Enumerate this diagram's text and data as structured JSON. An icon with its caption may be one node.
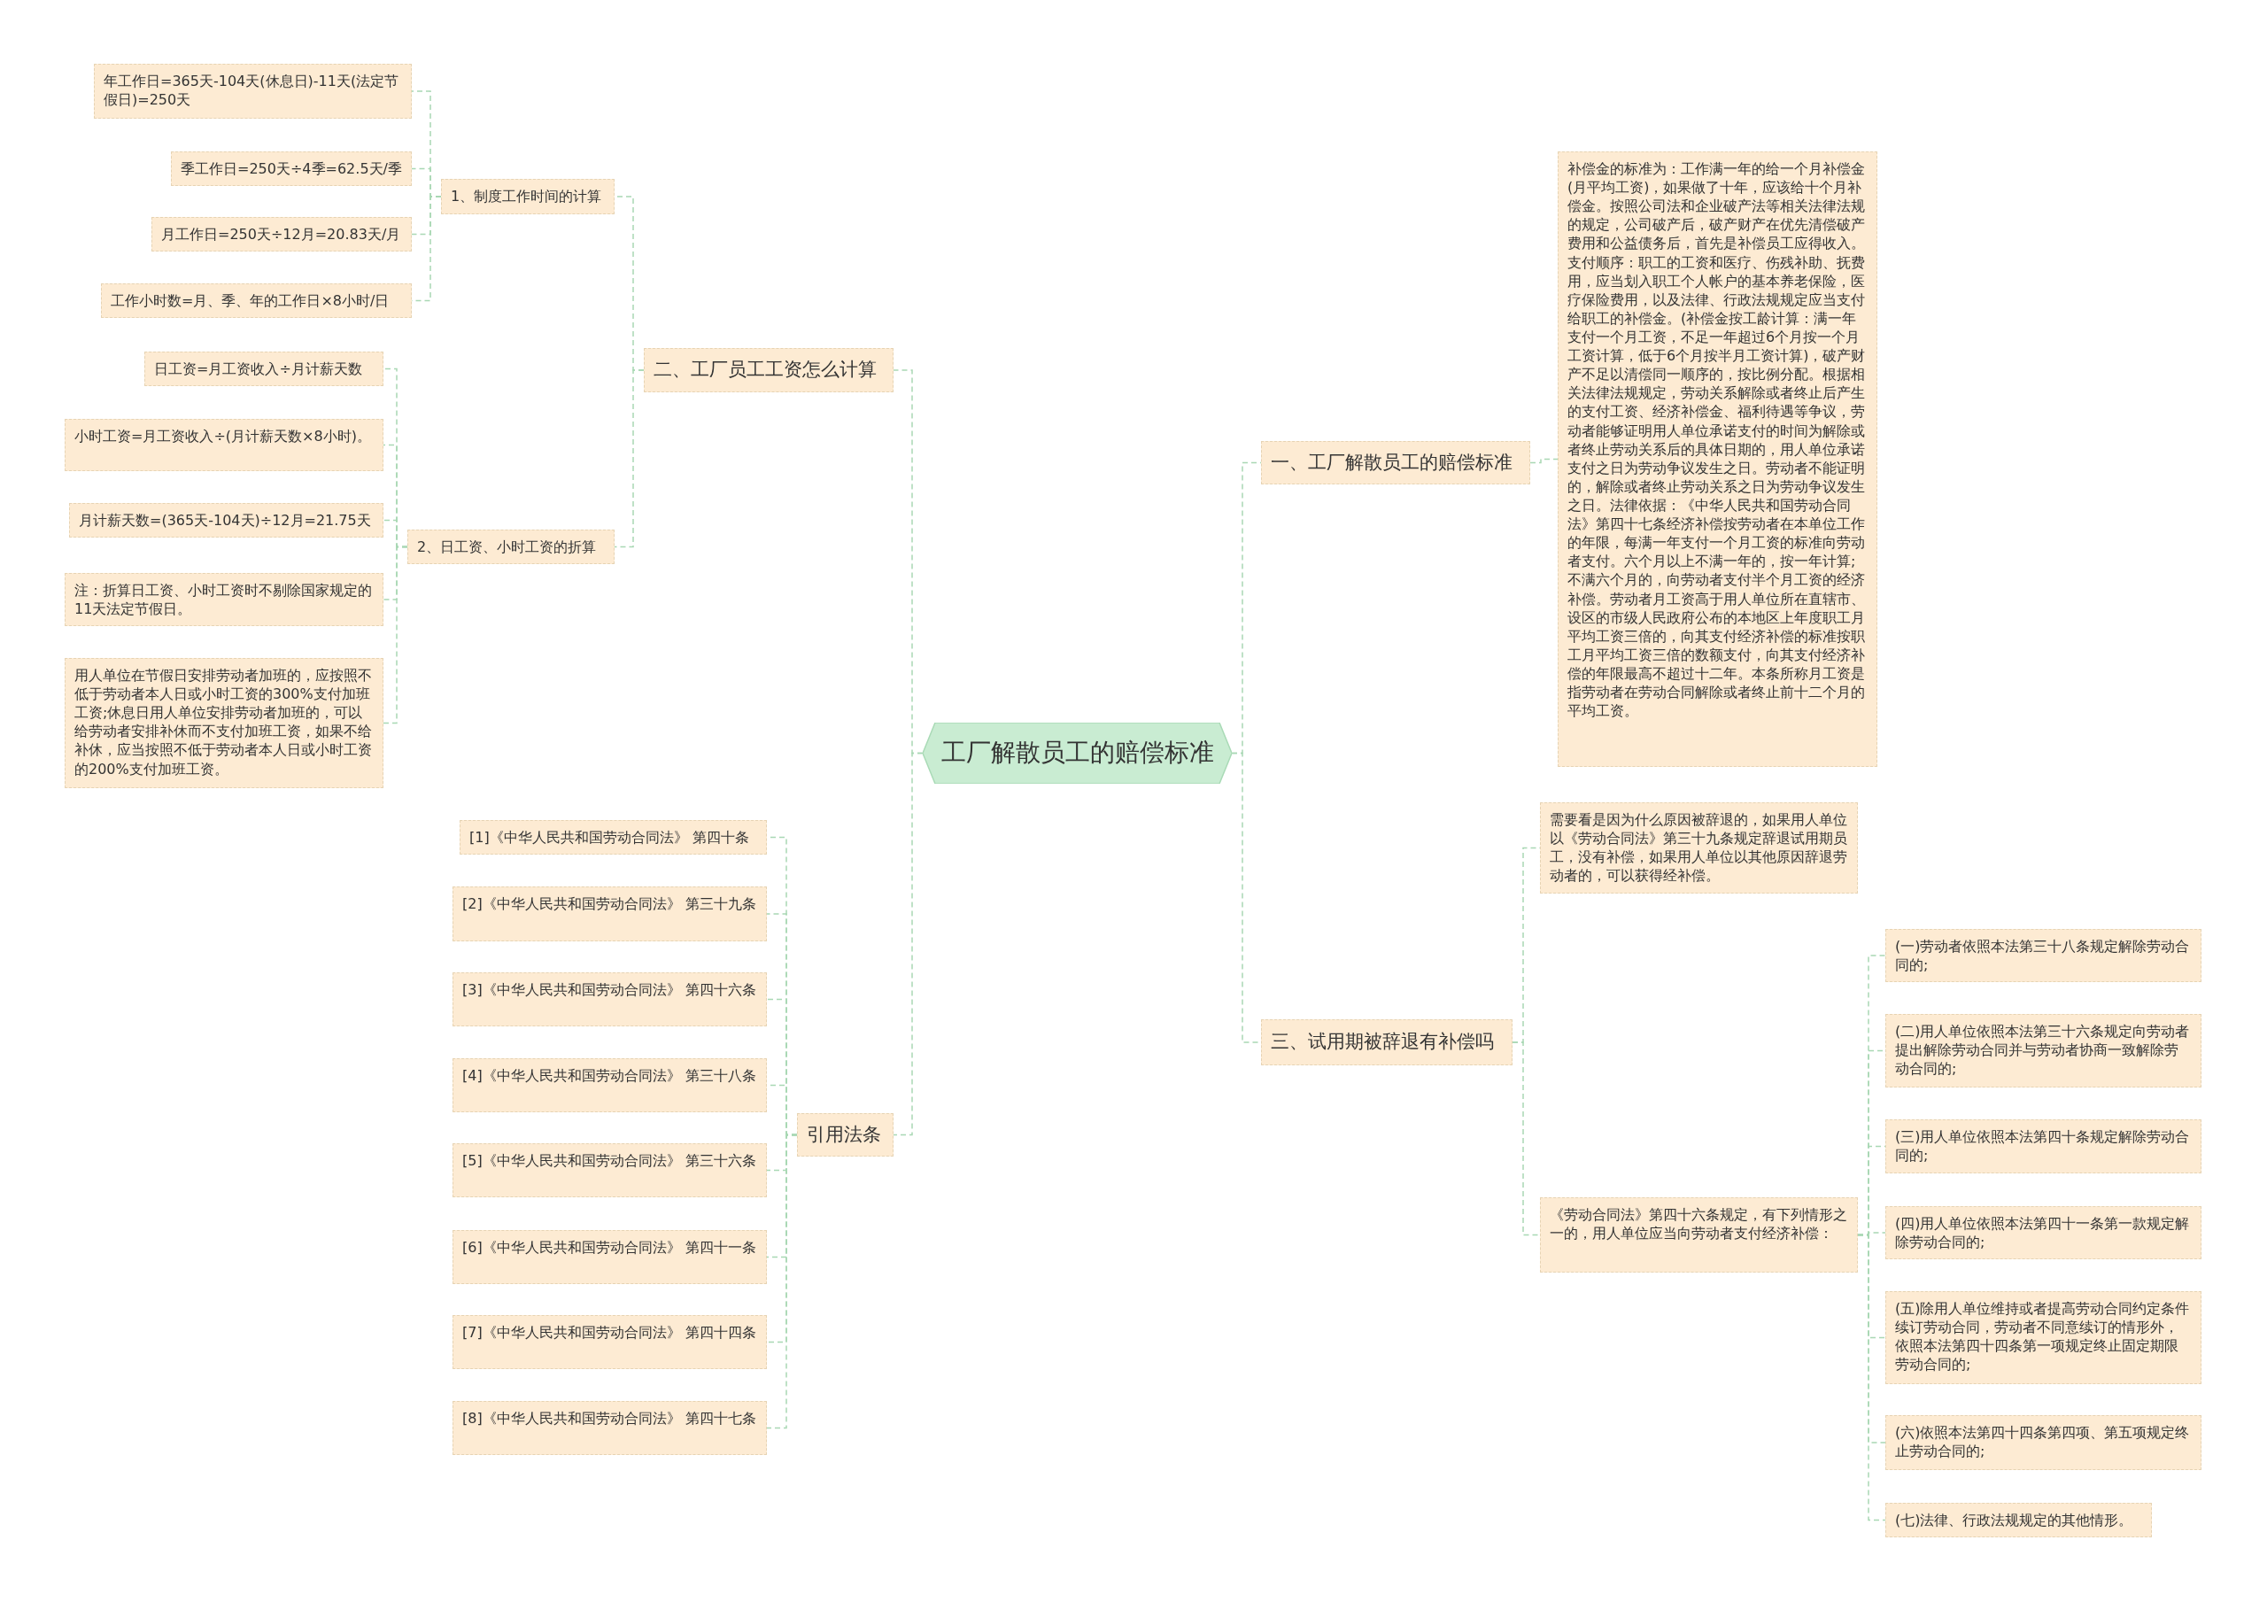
{
  "diagram": {
    "nodes": [
      {
        "text": [
          "工厂解散员工的赔偿标准"
        ]
      },
      {
        "text": [
          "二、工厂员工工资怎么计算"
        ]
      },
      {
        "text": [
          "1、制度工作时间的计算"
        ]
      },
      {
        "text": [
          "年工作日=365天-104天(休息日)-11天(法定节假日)=250天"
        ]
      },
      {
        "text": [
          "季工作日=250天÷4季=62.5天/季"
        ]
      },
      {
        "text": [
          "月工作日=250天÷12月=20.83天/月"
        ]
      },
      {
        "text": [
          "工作小时数=月、季、年的工作日×8小时/日"
        ]
      },
      {
        "text": [
          "2、日工资、小时工资的折算"
        ]
      },
      {
        "text": [
          "日工资=月工资收入÷月计薪天数"
        ]
      },
      {
        "text": [
          "小时工资=月工资收入÷(月计薪天数×8小时)。"
        ]
      },
      {
        "text": [
          "月计薪天数=(365天-104天)÷12月=21.75天"
        ]
      },
      {
        "text": [
          "注：折算日工资、小时工资时不剔除国家规定的11天法定节假日。"
        ]
      },
      {
        "text": [
          "用人单位在节假日安排劳动者加班的，应按照不低于劳动者本人日或小时工资的300%支付加班工资;休息日用人单位安排劳动者加班的，可以给劳动者安排补休而不支付加班工资，如果不给补休，应当按照不低于劳动者本人日或小时工资的200%支付加班工资。"
        ]
      },
      {
        "text": [
          "引用法条"
        ]
      },
      {
        "text": [
          "[1]《中华人民共和国劳动合同法》 第四十条"
        ]
      },
      {
        "text": [
          "[2]《中华人民共和国劳动合同法》 第三十九条"
        ]
      },
      {
        "text": [
          "[3]《中华人民共和国劳动合同法》 第四十六条"
        ]
      },
      {
        "text": [
          "[4]《中华人民共和国劳动合同法》 第三十八条"
        ]
      },
      {
        "text": [
          "[5]《中华人民共和国劳动合同法》 第三十六条"
        ]
      },
      {
        "text": [
          "[6]《中华人民共和国劳动合同法》 第四十一条"
        ]
      },
      {
        "text": [
          "[7]《中华人民共和国劳动合同法》 第四十四条"
        ]
      },
      {
        "text": [
          "[8]《中华人民共和国劳动合同法》 第四十七条"
        ]
      },
      {
        "text": [
          "一、工厂解散员工的赔偿标准"
        ]
      },
      {
        "text": [
          "补偿金的标准为：工作满一年的给一个月补偿金(月平均工资)，如果做了十年，应该给十个月补偿金。按照公司法和企业破产法等相关法律法规的规定，公司破产后，破产财产在优先清偿破产费用和公益债务后，首先是补偿员工应得收入。支付顺序：职工的工资和医疗、伤残补助、抚费用，应当划入职工个人帐户的基本养老保险，医疗保险费用，以及法律、行政法规规定应当支付给职工的补偿金。(补偿金按工龄计算：满一年支付一个月工资，不足一年超过6个月按一个月工资计算，低于6个月按半月工资计算)，破产财产不足以清偿同一顺序的，按比例分配。根据相关法律法规规定，劳动关系解除或者终止后产生的支付工资、经济补偿金、福利待遇等争议，劳动者能够证明用人单位承诺支付的时间为解除或者终止劳动关系后的具体日期的，用人单位承诺支付之日为劳动争议发生之日。劳动者不能证明的，解除或者终止劳动关系之日为劳动争议发生之日。法律依据：《中华人民共和国劳动合同法》第四十七条经济补偿按劳动者在本单位工作的年限，每满一年支付一个月工资的标准向劳动者支付。六个月以上不满一年的，按一年计算;不满六个月的，向劳动者支付半个月工资的经济补偿。劳动者月工资高于用人单位所在直辖市、设区的市级人民政府公布的本地区上年度职工月平均工资三倍的，向其支付经济补偿的标准按职工月平均工资三倍的数额支付，向其支付经济补偿的年限最高不超过十二年。本条所称月工资是指劳动者在劳动合同解除或者终止前十二个月的平均工资。"
        ]
      },
      {
        "text": [
          "三、试用期被辞退有补偿吗"
        ]
      },
      {
        "text": [
          "需要看是因为什么原因被辞退的，如果用人单位以《劳动合同法》第三十九条规定辞退试用期员工，没有补偿，如果用人单位以其他原因辞退劳动者的，可以获得经补偿。"
        ]
      },
      {
        "text": [
          "《劳动合同法》第四十六条规定，有下列情形之一的，用人单位应当向劳动者支付经济补偿："
        ]
      },
      {
        "text": [
          "(一)劳动者依照本法第三十八条规定解除劳动合同的;"
        ]
      },
      {
        "text": [
          "(二)用人单位依照本法第三十六条规定向劳动者提出解除劳动合同并与劳动者协商一致解除劳动合同的;"
        ]
      },
      {
        "text": [
          "(三)用人单位依照本法第四十条规定解除劳动合同的;"
        ]
      },
      {
        "text": [
          "(四)用人单位依照本法第四十一条第一款规定解除劳动合同的;"
        ]
      },
      {
        "text": [
          "(五)除用人单位维持或者提高劳动合同约定条件续订劳动合同，劳动者不同意续订的情形外，依照本法第四十四条第一项规定终止固定期限劳动合同的;"
        ]
      },
      {
        "text": [
          "(六)依照本法第四十四条第四项、第五项规定终止劳动合同的;"
        ]
      },
      {
        "text": [
          "(七)法律、行政法规规定的其他情形。"
        ]
      }
    ],
    "edges": [
      {
        "from": 0,
        "to": 1,
        "arrow": "none"
      },
      {
        "from": 1,
        "to": 2,
        "arrow": "none"
      },
      {
        "from": 2,
        "to": 3,
        "arrow": "none"
      },
      {
        "from": 2,
        "to": 4,
        "arrow": "none"
      },
      {
        "from": 2,
        "to": 5,
        "arrow": "none"
      },
      {
        "from": 2,
        "to": 6,
        "arrow": "none"
      },
      {
        "from": 1,
        "to": 7,
        "arrow": "none"
      },
      {
        "from": 7,
        "to": 8,
        "arrow": "none"
      },
      {
        "from": 7,
        "to": 9,
        "arrow": "none"
      },
      {
        "from": 7,
        "to": 10,
        "arrow": "none"
      },
      {
        "from": 7,
        "to": 11,
        "arrow": "none"
      },
      {
        "from": 7,
        "to": 12,
        "arrow": "none"
      },
      {
        "from": 0,
        "to": 13,
        "arrow": "none"
      },
      {
        "from": 13,
        "to": 14,
        "arrow": "none"
      },
      {
        "from": 13,
        "to": 15,
        "arrow": "none"
      },
      {
        "from": 13,
        "to": 16,
        "arrow": "none"
      },
      {
        "from": 13,
        "to": 17,
        "arrow": "none"
      },
      {
        "from": 13,
        "to": 18,
        "arrow": "none"
      },
      {
        "from": 13,
        "to": 19,
        "arrow": "none"
      },
      {
        "from": 13,
        "to": 20,
        "arrow": "none"
      },
      {
        "from": 13,
        "to": 21,
        "arrow": "none"
      },
      {
        "from": 0,
        "to": 22,
        "arrow": "none"
      },
      {
        "from": 22,
        "to": 23,
        "arrow": "none"
      },
      {
        "from": 0,
        "to": 24,
        "arrow": "none"
      },
      {
        "from": 24,
        "to": 25,
        "arrow": "none"
      },
      {
        "from": 24,
        "to": 26,
        "arrow": "none"
      },
      {
        "from": 26,
        "to": 27,
        "arrow": "none"
      },
      {
        "from": 26,
        "to": 28,
        "arrow": "none"
      },
      {
        "from": 26,
        "to": 29,
        "arrow": "none"
      },
      {
        "from": 26,
        "to": 30,
        "arrow": "none"
      },
      {
        "from": 26,
        "to": 31,
        "arrow": "none"
      },
      {
        "from": 26,
        "to": 32,
        "arrow": "none"
      },
      {
        "from": 26,
        "to": 33,
        "arrow": "none"
      }
    ]
  }
}
